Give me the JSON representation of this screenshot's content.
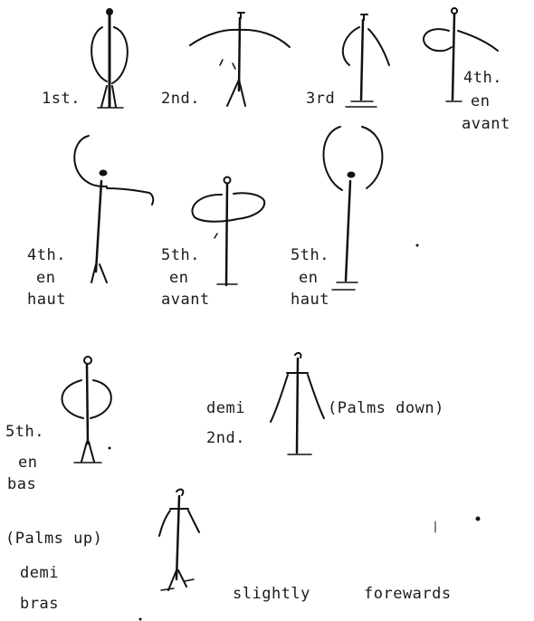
{
  "labels": {
    "first": "1st.",
    "second": "2nd.",
    "third": "3rd",
    "fourth_avant": [
      "4th.",
      "en",
      "avant"
    ],
    "fourth_haut": [
      "4th.",
      "en",
      "haut"
    ],
    "fifth_avant": [
      "5th.",
      "en",
      "avant"
    ],
    "fifth_haut": [
      "5th.",
      "en",
      "haut"
    ],
    "fifth_bas": [
      "5th.",
      "en",
      "bas"
    ],
    "demi_second": [
      "demi",
      "2nd."
    ],
    "palms_down": "(Palms down)",
    "palms_up": "(Palms up)",
    "demi_bras": [
      "demi",
      "bras"
    ],
    "slightly": "slightly",
    "forewards": "forewards"
  }
}
